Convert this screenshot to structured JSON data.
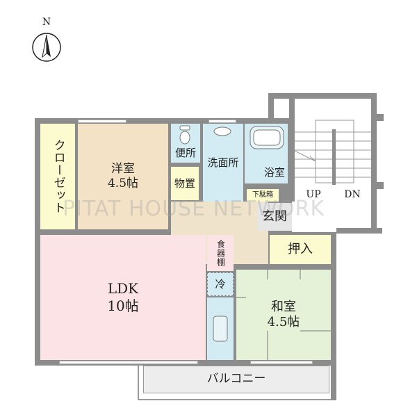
{
  "compass": {
    "label": "N",
    "icon": "north-arrow-icon"
  },
  "rooms": {
    "closet": "クローゼット",
    "western_room": "洋室\n4.5帖",
    "toilet": "便所",
    "washroom": "洗面所",
    "bathroom": "浴室",
    "storage": "物置",
    "shoe_cabinet": "下駄箱",
    "entrance": "玄関",
    "oshiire": "押入",
    "ldk": "LDK\n10帖",
    "dish_cabinet": "食器棚",
    "fridge": "冷",
    "japanese_room": "和室\n4.5帖",
    "balcony": "バルコニー"
  },
  "stairs": {
    "up": "UP",
    "down": "DN"
  },
  "watermark": "PITAT HOUSE NETWORK",
  "colors": {
    "ldk": "#fbe3e6",
    "western": "#f3e2c6",
    "closet": "#fcfbd0",
    "wet": "#d3ecf3",
    "japanese": "#e6f2d8",
    "hall": "#efe3cb",
    "entrance": "#e6e6e6",
    "balcony": "#ededed",
    "wall": "#8c8c8c"
  }
}
